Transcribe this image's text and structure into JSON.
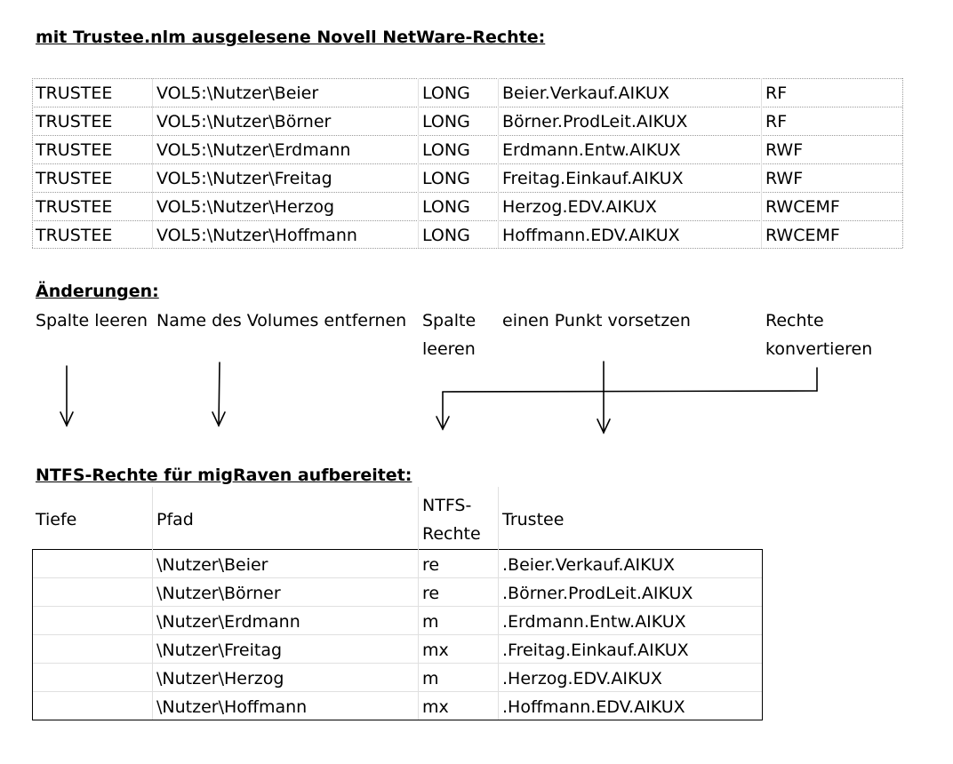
{
  "heading1": "mit Trustee.nlm ausgelesene Novell NetWare-Rechte:",
  "table1": {
    "rows": [
      [
        "TRUSTEE",
        "VOL5:\\Nutzer\\Beier",
        "LONG",
        "Beier.Verkauf.AIKUX",
        "RF"
      ],
      [
        "TRUSTEE",
        "VOL5:\\Nutzer\\Börner",
        "LONG",
        "Börner.ProdLeit.AIKUX",
        "RF"
      ],
      [
        "TRUSTEE",
        "VOL5:\\Nutzer\\Erdmann",
        "LONG",
        "Erdmann.Entw.AIKUX",
        "RWF"
      ],
      [
        "TRUSTEE",
        "VOL5:\\Nutzer\\Freitag",
        "LONG",
        "Freitag.Einkauf.AIKUX",
        "RWF"
      ],
      [
        "TRUSTEE",
        "VOL5:\\Nutzer\\Herzog",
        "LONG",
        "Herzog.EDV.AIKUX",
        "RWCEMF"
      ],
      [
        "TRUSTEE",
        "VOL5:\\Nutzer\\Hoffmann",
        "LONG",
        "Hoffmann.EDV.AIKUX",
        "RWCEMF"
      ]
    ]
  },
  "heading2": "Änderungen:",
  "changes": {
    "col1": "Spalte leeren",
    "col2": "Name des Volumes entfernen",
    "col3_line1": "Spalte",
    "col3_line2": "leeren",
    "col4": "einen Punkt vorsetzen",
    "col5_line1": "Rechte",
    "col5_line2": "konvertieren"
  },
  "heading3": "NTFS-Rechte für migRaven aufbereitet:",
  "table2": {
    "headers": {
      "tiefe": "Tiefe",
      "pfad": "Pfad",
      "ntfs_line1": "NTFS-",
      "ntfs_line2": "Rechte",
      "trustee": "Trustee"
    },
    "rows": [
      [
        "",
        "\\Nutzer\\Beier",
        "re",
        ".Beier.Verkauf.AIKUX"
      ],
      [
        "",
        "\\Nutzer\\Börner",
        "re",
        ".Börner.ProdLeit.AIKUX"
      ],
      [
        "",
        "\\Nutzer\\Erdmann",
        "m",
        ".Erdmann.Entw.AIKUX"
      ],
      [
        "",
        "\\Nutzer\\Freitag",
        "mx",
        ".Freitag.Einkauf.AIKUX"
      ],
      [
        "",
        "\\Nutzer\\Herzog",
        "m",
        ".Herzog.EDV.AIKUX"
      ],
      [
        "",
        "\\Nutzer\\Hoffmann",
        "mx",
        ".Hoffmann.EDV.AIKUX"
      ]
    ]
  }
}
